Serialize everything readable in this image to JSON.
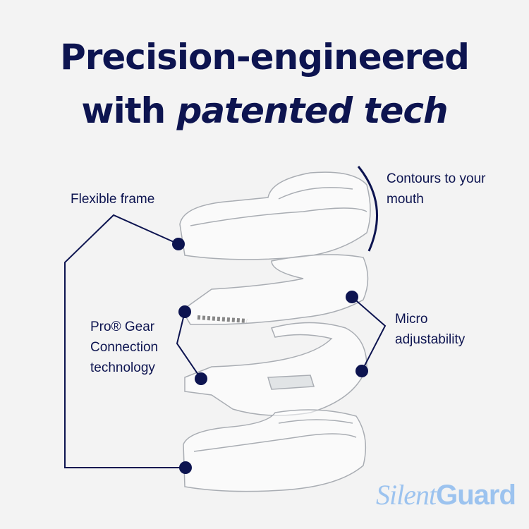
{
  "headline": {
    "line1": "Precision-engineered",
    "line2_plain": "with ",
    "line2_italic": "patented tech"
  },
  "callouts": {
    "flexible_frame": "Flexible frame",
    "contours": [
      "Contours to your",
      "mouth"
    ],
    "pro_gear": [
      "Pro® Gear",
      "Connection",
      "technology"
    ],
    "micro": [
      "Micro",
      "adjustability"
    ]
  },
  "brand": {
    "part1": "Silent",
    "part2": "Guard",
    "color": "#9cc3ef"
  },
  "colors": {
    "navy": "#0d1450",
    "background": "#f3f3f3"
  }
}
